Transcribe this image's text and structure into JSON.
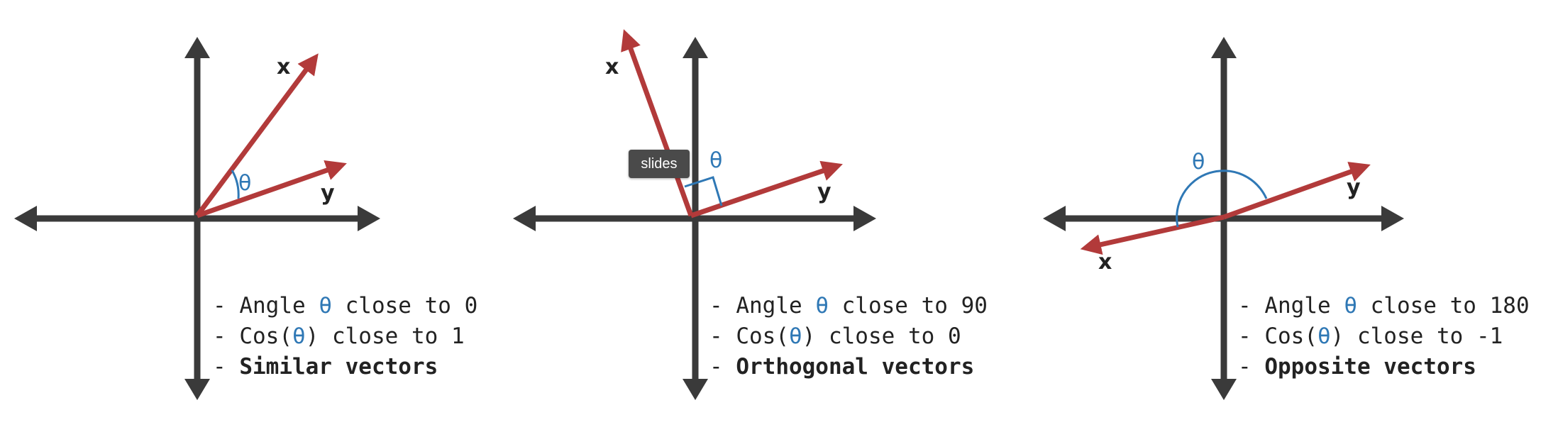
{
  "colors": {
    "axis": "#3a3a3a",
    "vector": "#b23a3a",
    "theta": "#2f78b5",
    "text": "#222222"
  },
  "panels": [
    {
      "vector_x_label": "x",
      "vector_y_label": "y",
      "theta_symbol": "θ",
      "angle_degrees": 28,
      "lines": [
        {
          "prefix": "- Angle ",
          "theta": "θ",
          "suffix": " close to 0"
        },
        {
          "prefix": "- Cos(",
          "theta": "θ",
          "suffix": ") close to 1"
        },
        {
          "dash": "- ",
          "bold": "Similar vectors"
        }
      ]
    },
    {
      "vector_x_label": "x",
      "vector_y_label": "y",
      "theta_symbol": "θ",
      "angle_degrees": 90,
      "lines": [
        {
          "prefix": "- Angle ",
          "theta": "θ",
          "suffix": " close to 90"
        },
        {
          "prefix": "- Cos(",
          "theta": "θ",
          "suffix": ") close to 0"
        },
        {
          "dash": "- ",
          "bold": "Orthogonal vectors"
        }
      ]
    },
    {
      "vector_x_label": "x",
      "vector_y_label": "y",
      "theta_symbol": "θ",
      "angle_degrees": 180,
      "lines": [
        {
          "prefix": "- Angle ",
          "theta": "θ",
          "suffix": " close to 180"
        },
        {
          "prefix": "- Cos(",
          "theta": "θ",
          "suffix": ") close to -1"
        },
        {
          "dash": "- ",
          "bold": "Opposite vectors"
        }
      ]
    }
  ],
  "tooltip": {
    "text": "slides"
  }
}
